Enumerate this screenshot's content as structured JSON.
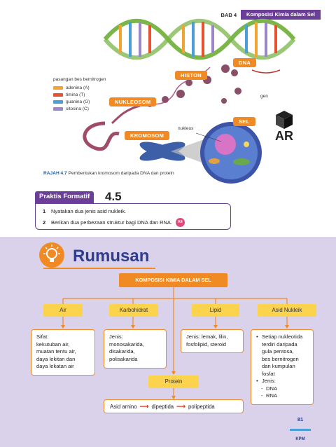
{
  "header": {
    "bab": "BAB 4",
    "title": "Komposisi Kimia dalam Sel"
  },
  "figure": {
    "labels": {
      "dna": "DNA",
      "histon": "HISTON",
      "nukleosom": "NUKLEOSOM",
      "sel": "SEL",
      "kromosom": "KROMOSOM"
    },
    "gen_label": "gen",
    "nukleus_label": "nukleus",
    "legend": {
      "title": "pasangan bes bernitrogen",
      "items": [
        {
          "label": "adenina (A)",
          "color": "#f2a431"
        },
        {
          "label": "timina (T)",
          "color": "#e8532f"
        },
        {
          "label": "guanina (G)",
          "color": "#4a9fd8"
        },
        {
          "label": "sitosina (C)",
          "color": "#9b87c8"
        }
      ]
    },
    "caption_label": "RAJAH 4.7",
    "caption_text": "Pembentukan kromosom daripada DNA dan protein",
    "ar_icon": "AR"
  },
  "praktis": {
    "tab": "Praktis Formatif",
    "number": "4.5",
    "questions": [
      {
        "num": "1",
        "text": "Nyatakan dua jenis asid nukleik."
      },
      {
        "num": "2",
        "text": "Berikan dua perbezaan struktur bagi DNA dan RNA."
      }
    ],
    "badge": "K4"
  },
  "rumusan": {
    "title": "Rumusan",
    "main": "KOMPOSISI KIMIA DALAM SEL",
    "categories": {
      "air": "Air",
      "karbohidrat": "Karbohidrat",
      "lipid": "Lipid",
      "asid_nukleik": "Asid Nukleik",
      "protein": "Protein"
    },
    "air_desc": [
      "Sifat:",
      "kekutuban air,",
      "muatan tentu air,",
      "daya lekitan dan",
      "daya lekatan air"
    ],
    "karbohidrat_desc": [
      "Jenis:",
      "monosakarida,",
      "disakarida,",
      "polisakarida"
    ],
    "lipid_desc": [
      "Jenis: lemak, lilin,",
      "fosfolipid, steroid"
    ],
    "asid_desc": {
      "bullet1": [
        "Setiap nukleotida",
        "terdiri daripada",
        "gula pentosa,",
        "bes bernitrogen",
        "dan kumpulan",
        "fosfat"
      ],
      "bullet2": "Jenis:",
      "subs": [
        "DNA",
        "RNA"
      ]
    },
    "protein_chain": {
      "a": "Asid amino",
      "b": "dipeptida",
      "c": "polipeptida"
    }
  },
  "page": {
    "number": "81",
    "publisher": "KPM"
  }
}
